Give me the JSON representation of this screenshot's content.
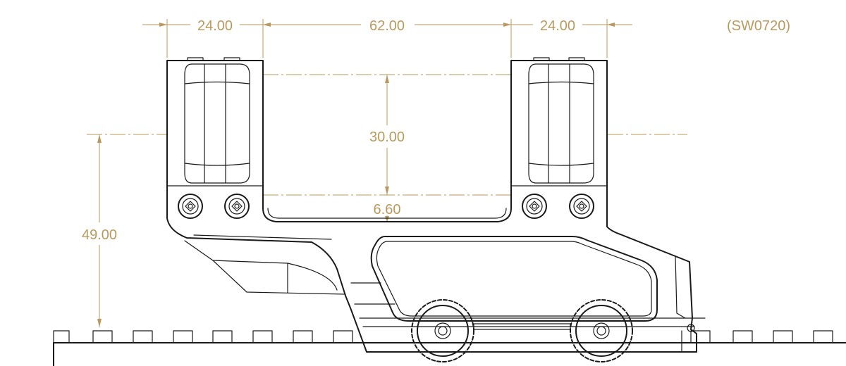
{
  "part_number": "(SW0720)",
  "colors": {
    "dimension": "#b99a5e",
    "outline": "#1a1a1a",
    "background": "#ffffff"
  },
  "dimensions": {
    "ring_width_left": "24.00",
    "ring_spacing": "62.00",
    "ring_width_right": "24.00",
    "ring_diameter": "30.00",
    "base_offset": "6.60",
    "center_height": "49.00"
  }
}
